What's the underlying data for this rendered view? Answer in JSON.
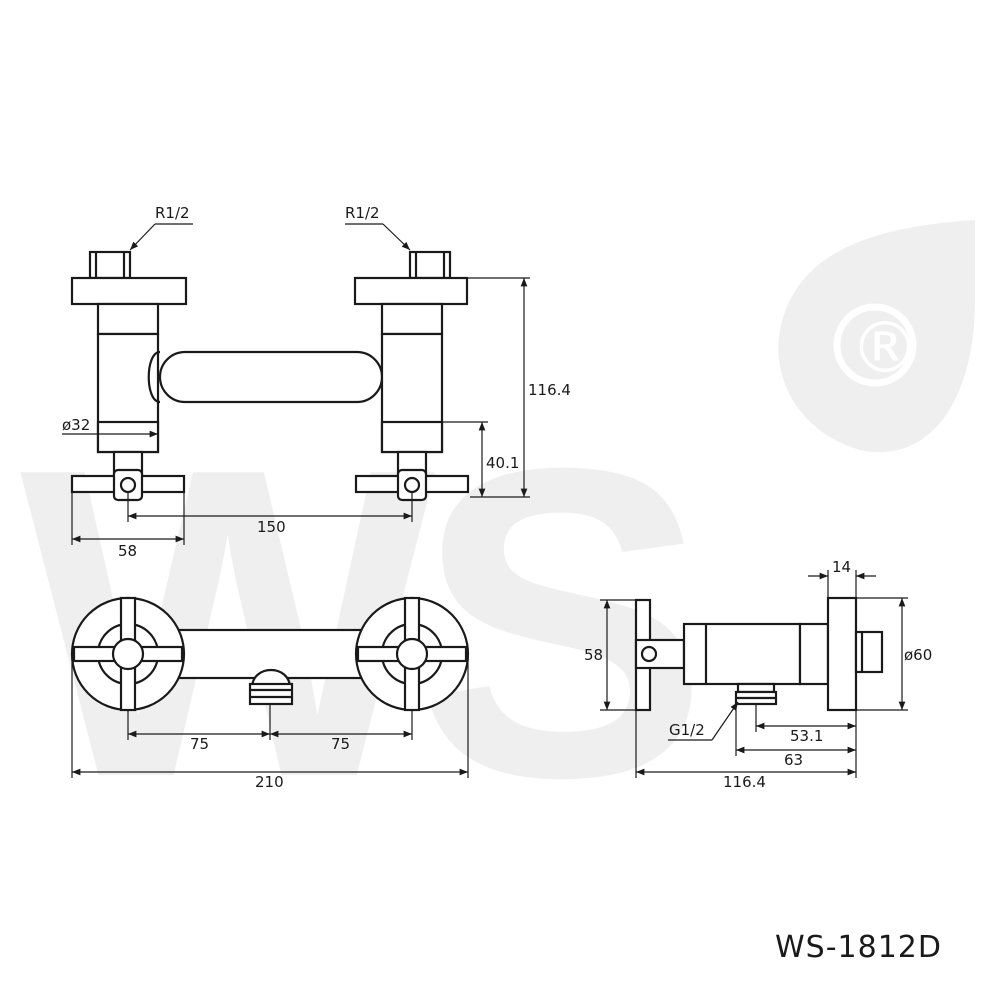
{
  "watermark": {
    "letters": "WS",
    "registered_mark": "®",
    "color": "#ececec"
  },
  "model_number": "WS-1812D",
  "colors": {
    "line": "#1a1a1a",
    "background": "#ffffff"
  },
  "front_view": {
    "inlet_left_label": "R1/2",
    "inlet_right_label": "R1/2",
    "height_total": "116.4",
    "height_lower": "40.1",
    "diameter_label": "ø32",
    "center_distance": "150",
    "handle_width": "58"
  },
  "top_view": {
    "left_to_outlet": "75",
    "outlet_to_right": "75",
    "total_width": "210"
  },
  "side_view": {
    "handle_height": "58",
    "flange_thickness": "14",
    "flange_diameter": "ø60",
    "outlet_label": "G1/2",
    "outlet_to_wall": "53.1",
    "body_length": "63",
    "total_depth": "116.4"
  }
}
